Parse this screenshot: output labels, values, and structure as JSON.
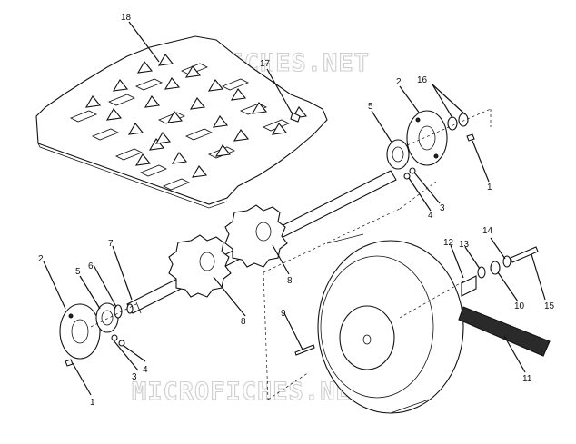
{
  "watermark": {
    "top": "MICROFICHES.NET",
    "bottom": "MICROFICHES.NET"
  },
  "callouts": {
    "c1_right": "1",
    "c1_left": "1",
    "c2_right": "2",
    "c2_left": "2",
    "c3_right": "3",
    "c3_left": "3",
    "c4_right": "4",
    "c4_left": "4",
    "c5_right": "5",
    "c5_left": "5",
    "c6": "6",
    "c7": "7",
    "c8_upper": "8",
    "c8_lower": "8",
    "c9": "9",
    "c10": "10",
    "c11": "11",
    "c12": "12",
    "c13": "13",
    "c14": "14",
    "c15": "15",
    "c16": "16",
    "c17": "17",
    "c18": "18"
  },
  "colors": {
    "ink": "#111111",
    "paper": "#ffffff",
    "watermark": "#cfcfcf"
  }
}
